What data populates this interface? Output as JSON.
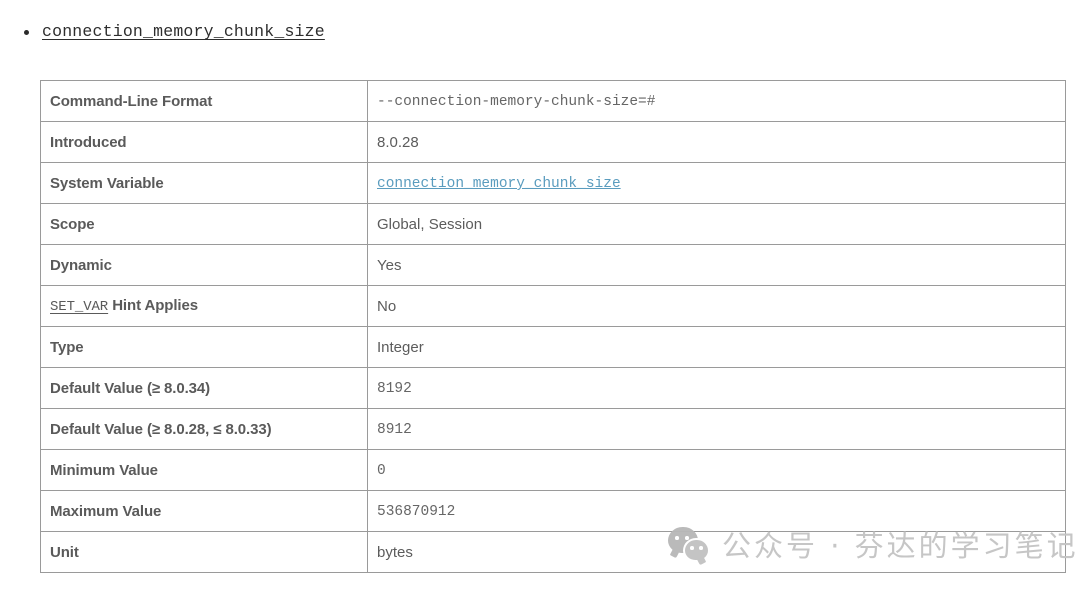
{
  "heading": {
    "bullet_glyph": "•",
    "link_text": "connection_memory_chunk_size"
  },
  "spec_table": {
    "rows": [
      {
        "key": "Command-Line Format",
        "key_style": "bold",
        "value": "--connection-memory-chunk-size=#",
        "value_style": "mono"
      },
      {
        "key": "Introduced",
        "key_style": "bold",
        "value": "8.0.28",
        "value_style": "sans"
      },
      {
        "key": "System Variable",
        "key_style": "bold",
        "value": "connection_memory_chunk_size",
        "value_style": "link"
      },
      {
        "key": "Scope",
        "key_style": "bold",
        "value": "Global, Session",
        "value_style": "sans"
      },
      {
        "key": "Dynamic",
        "key_style": "bold",
        "value": "Yes",
        "value_style": "sans"
      },
      {
        "key": "SET_VAR",
        "key_style": "mono-bold",
        "key_suffix": "Hint Applies",
        "value": "No",
        "value_style": "sans"
      },
      {
        "key": "Type",
        "key_style": "bold",
        "value": "Integer",
        "value_style": "sans"
      },
      {
        "key": "Default Value (≥ 8.0.34)",
        "key_style": "bold",
        "value": "8192",
        "value_style": "mono"
      },
      {
        "key": "Default Value (≥ 8.0.28, ≤ 8.0.33)",
        "key_style": "bold",
        "value": "8912",
        "value_style": "mono"
      },
      {
        "key": "Minimum Value",
        "key_style": "bold",
        "value": "0",
        "value_style": "mono"
      },
      {
        "key": "Maximum Value",
        "key_style": "bold",
        "value": "536870912",
        "value_style": "mono"
      },
      {
        "key": "Unit",
        "key_style": "bold",
        "value": "bytes",
        "value_style": "sans"
      }
    ]
  },
  "watermark": {
    "icon": "wechat-icon",
    "text": "公众号 · 芬达的学习笔记"
  },
  "colors": {
    "link": "#5a9cbe",
    "border": "#9a9a9a",
    "key_text": "#5a5a5a",
    "value_text": "#5c5c5c",
    "watermark": "#c4c4c4",
    "background": "#ffffff"
  }
}
